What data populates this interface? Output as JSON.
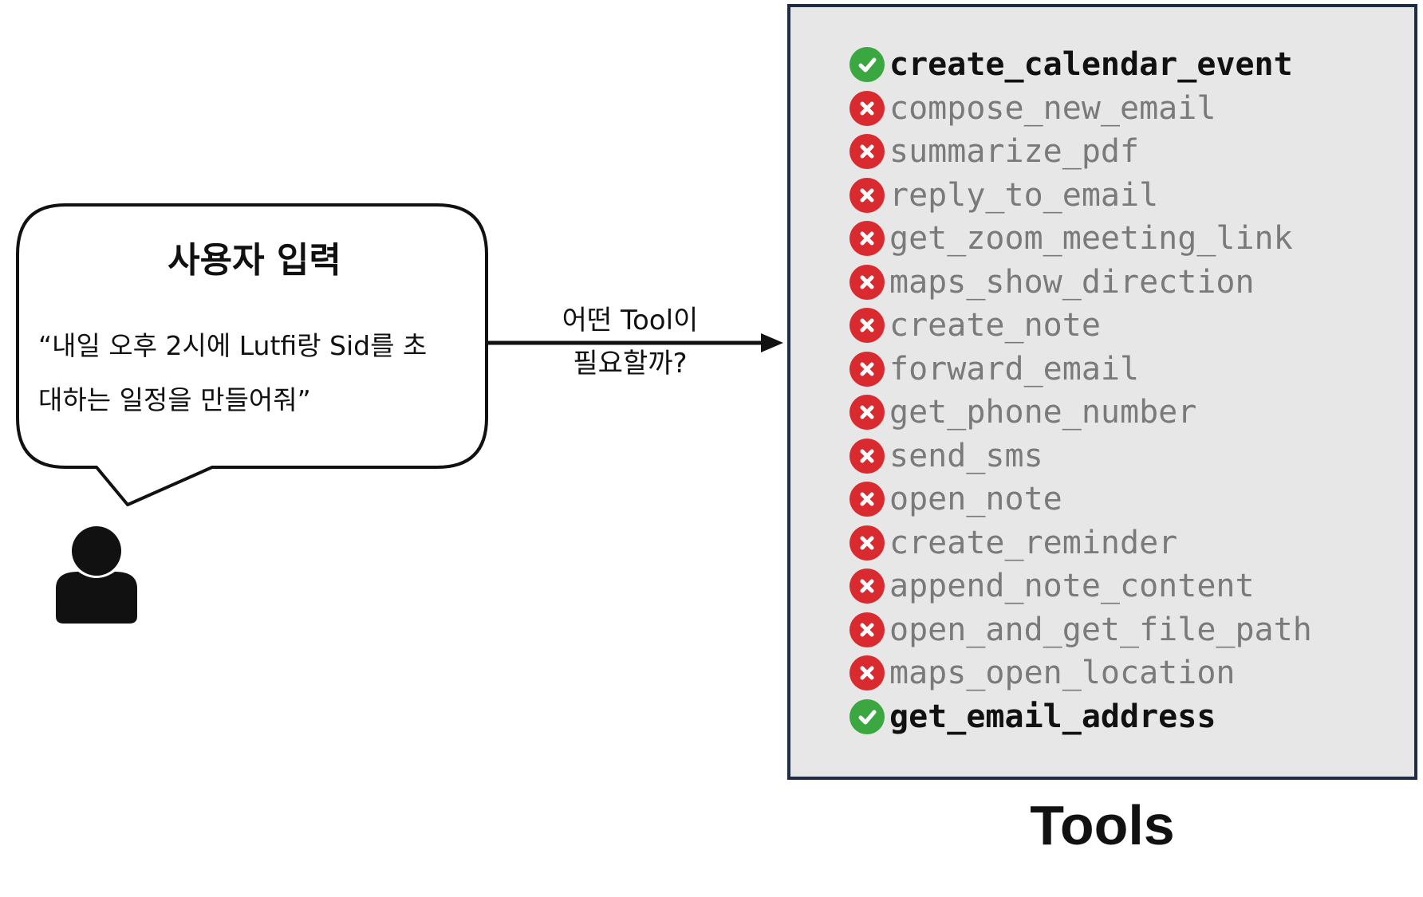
{
  "user_input": {
    "title": "사용자 입력",
    "quote_lines": [
      "“내일 오후 2시에 Lutfi랑 Sid를 초",
      "대하는 일정을 만들어줘”"
    ]
  },
  "arrow_label_lines": [
    "어떤 Tool이",
    "필요할까?"
  ],
  "tools": {
    "caption": "Tools",
    "items": [
      {
        "name": "create_calendar_event",
        "status": "selected"
      },
      {
        "name": "compose_new_email",
        "status": "rejected"
      },
      {
        "name": "summarize_pdf",
        "status": "rejected"
      },
      {
        "name": "reply_to_email",
        "status": "rejected"
      },
      {
        "name": "get_zoom_meeting_link",
        "status": "rejected"
      },
      {
        "name": "maps_show_direction",
        "status": "rejected"
      },
      {
        "name": "create_note",
        "status": "rejected"
      },
      {
        "name": "forward_email",
        "status": "rejected"
      },
      {
        "name": "get_phone_number",
        "status": "rejected"
      },
      {
        "name": "send_sms",
        "status": "rejected"
      },
      {
        "name": "open_note",
        "status": "rejected"
      },
      {
        "name": "create_reminder",
        "status": "rejected"
      },
      {
        "name": "append_note_content",
        "status": "rejected"
      },
      {
        "name": "open_and_get_file_path",
        "status": "rejected"
      },
      {
        "name": "maps_open_location",
        "status": "rejected"
      },
      {
        "name": "get_email_address",
        "status": "selected"
      }
    ]
  },
  "colors": {
    "selected_icon": "#3aa741",
    "rejected_icon": "#d92a2f",
    "panel_background": "#e7e7e7",
    "panel_border": "#1f2d44"
  }
}
